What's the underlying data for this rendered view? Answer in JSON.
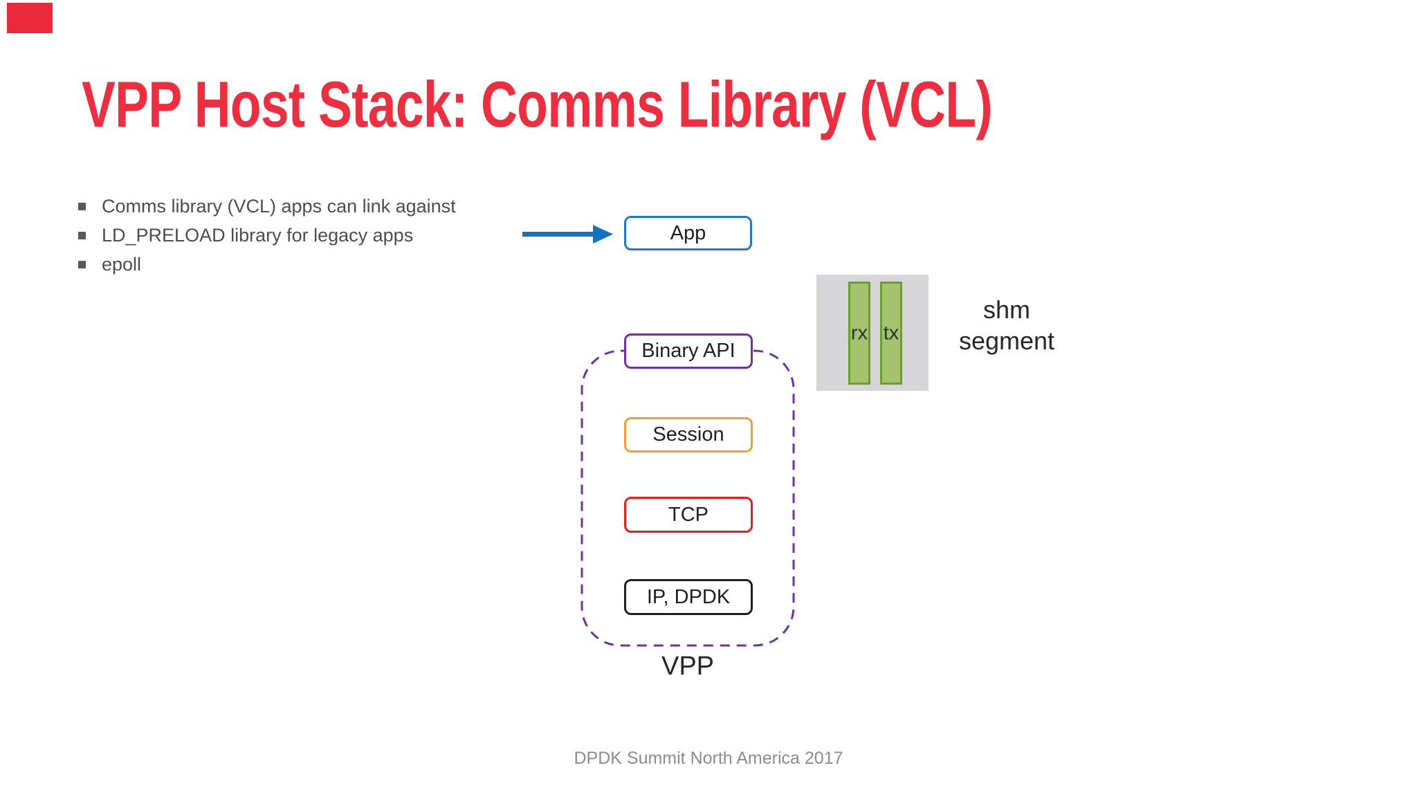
{
  "slide": {
    "title": "VPP Host Stack: Comms Library (VCL)",
    "bullets": [
      "Comms library (VCL) apps can link against",
      "LD_PRELOAD library for legacy apps",
      "epoll"
    ],
    "footer": "DPDK Summit North America 2017"
  },
  "diagram": {
    "app_label": "App",
    "vpp_label": "VPP",
    "stack_boxes": [
      {
        "label": "Binary API",
        "border_color": "#7030a0"
      },
      {
        "label": "Session",
        "border_color": "#efa032"
      },
      {
        "label": "TCP",
        "border_color": "#ee1b1b"
      },
      {
        "label": "IP, DPDK",
        "border_color": "#1f1f1f"
      }
    ],
    "shm_segment": {
      "bars": [
        {
          "label": "rx"
        },
        {
          "label": "tx"
        }
      ],
      "caption_lines": [
        "shm",
        "segment"
      ]
    }
  },
  "colors": {
    "title_red": "#ee2d3e",
    "corner_accent_red": "#e82a3a",
    "arrow_blue": "#1273c4",
    "app_border_blue": "#2079c4",
    "binary_api_purple": "#7030a0",
    "session_orange": "#efa032",
    "tcp_red": "#ee1b1b",
    "ip_dpdk_black": "#1f1f1f",
    "bar_green_fill": "#a4c36c",
    "bar_green_border": "#66a228",
    "shm_gray": "#d6d6d8",
    "body_text_gray": "#4d4d4d",
    "footer_gray": "#8c8c8c"
  }
}
